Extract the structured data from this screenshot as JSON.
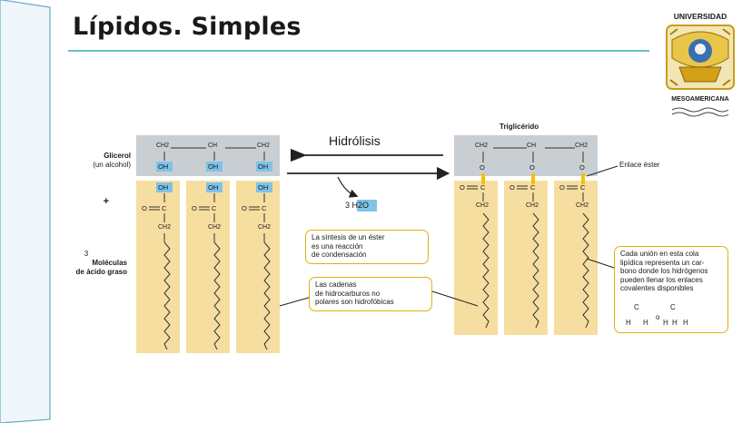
{
  "slide": {
    "title": "Lípidos. Simples"
  },
  "logo": {
    "top_text": "UNIVERSIDAD",
    "bottom_text": "MESOAMERICANA",
    "icon": "university-seal-icon"
  },
  "diagram": {
    "glicerol_label": "Glicerol",
    "glicerol_sub": "(un alcohol)",
    "plus": "+",
    "acid_count": "3",
    "acid_label_1": "Moléculas",
    "acid_label_2": "de ácido graso",
    "ch2": "CH2",
    "ch": "CH",
    "oh": "OH",
    "oxygen": "O",
    "carbon": "C",
    "hydrogen": "H",
    "double_o": "O",
    "hydrolysis": "Hidrólisis",
    "water": "3 H2O",
    "triglyceride": "Triglicérido",
    "ester_bond": "Enlace éster",
    "note_ester": [
      "La síntesis de un éster",
      "es una reacción",
      "de condensación"
    ],
    "note_chains": [
      "Las cadenas",
      "de hidrocarburos no",
      "polares son hidrofóbicas"
    ],
    "note_tail": [
      "Cada unión en esta cola",
      "lipídica representa un car-",
      "bono donde los hidrógenos",
      "pueden llenar los enlaces",
      "covalentes disponibles"
    ],
    "note_tail_or": "o",
    "colors": {
      "glycerol_band": "#c9ced3",
      "acid_band": "#f6dea0",
      "oh_highlight": "#7fc2ea",
      "ester_o": "#f2c200",
      "arrow": "#222222",
      "callout_border": "#e0b010"
    }
  }
}
